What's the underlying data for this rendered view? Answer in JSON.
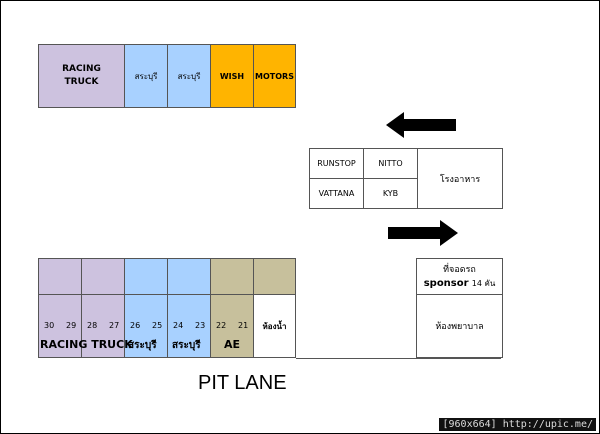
{
  "top_row": {
    "racing_truck": "RACING\nTRUCK",
    "saraburi_1": "สระบุรี",
    "saraburi_2": "สระบุรี",
    "wish": "WISH",
    "motors": "MOTORS"
  },
  "sponsor_grid": {
    "runstop": "RUNSTOP",
    "nitto": "NITTO",
    "vattana": "VATTANA",
    "kyb": "KYB",
    "canteen": "โรงอาหาร"
  },
  "bottom_row": {
    "numbers": [
      "30",
      "29",
      "28",
      "27",
      "26",
      "25",
      "24",
      "23",
      "22",
      "21"
    ],
    "labels": {
      "racing_truck": "RACING TRUCK",
      "saraburi_1": "สระบุรี",
      "saraburi_2": "สระบุรี",
      "ae": "AE",
      "restroom": "ห้องน้ำ"
    }
  },
  "parking": {
    "title": "ที่จอดรถ",
    "sponsor": "sponsor",
    "count": "14 คัน",
    "clinic": "ห้องพยาบาล"
  },
  "pit_lane": "PIT LANE",
  "footer": "[960x664] http://upic.me/",
  "colors": {
    "lavender": "#cdc2df",
    "blue": "#a8d1ff",
    "orange": "#ffb400",
    "olive": "#c7c09c"
  },
  "icons": [
    "arrow-left-icon",
    "arrow-right-icon"
  ]
}
